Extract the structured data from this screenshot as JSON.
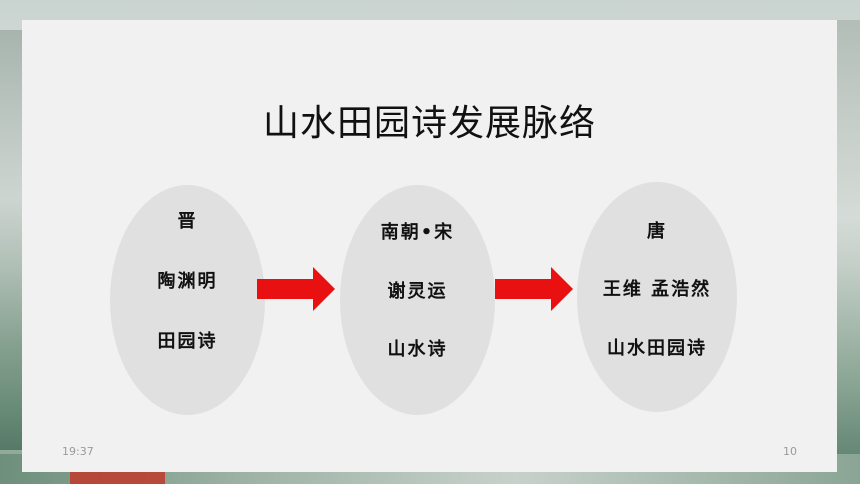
{
  "slide": {
    "title": "山水田园诗发展脉络",
    "stages": [
      {
        "lines": [
          "晋",
          "陶渊明",
          "田园诗"
        ]
      },
      {
        "lines": [
          "南朝•宋",
          "谢灵运",
          "山水诗"
        ]
      },
      {
        "lines": [
          "唐",
          "王维  孟浩然",
          "山水田园诗"
        ]
      }
    ],
    "arrow_color": "#e81010"
  },
  "footer": {
    "time": "19:37",
    "page_number": "10"
  }
}
